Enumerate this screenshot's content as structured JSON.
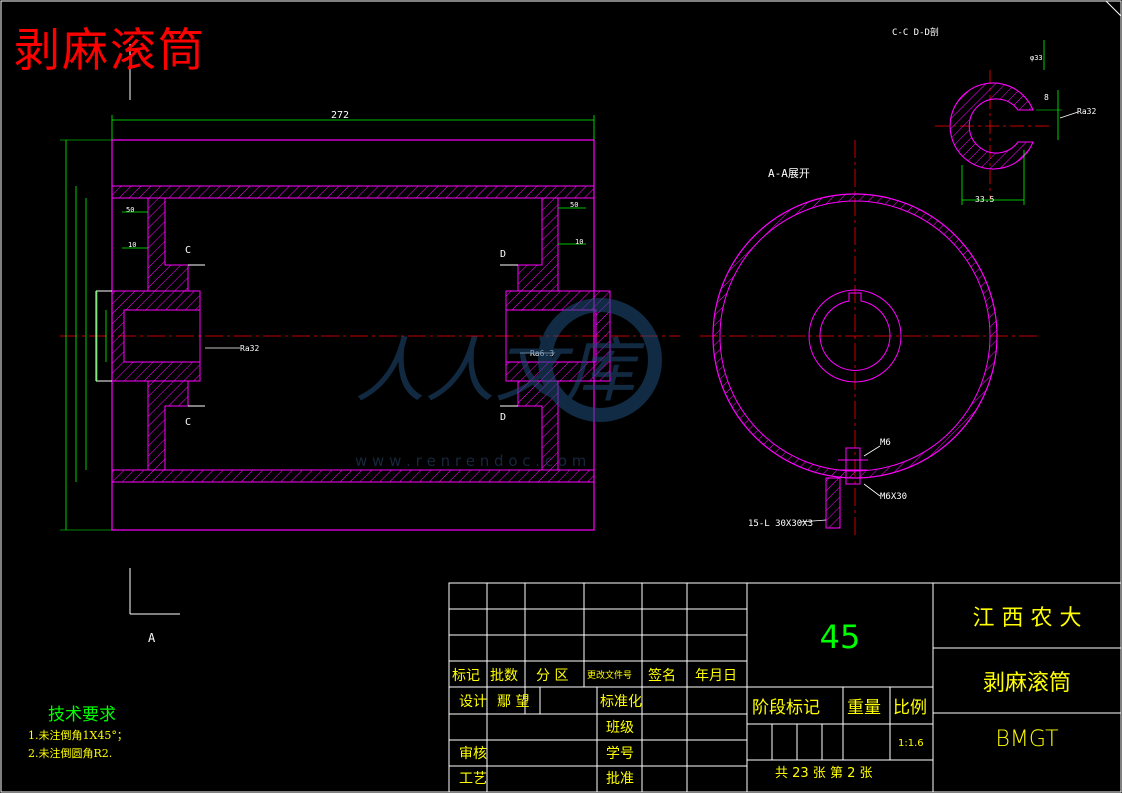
{
  "drawing": {
    "title": "剥麻滚筒",
    "section_labels": {
      "cc_dd": "C-C D-D剖",
      "aa": "A-A展开",
      "c_top": "C",
      "c_bottom": "C",
      "d_top": "D",
      "d_bottom": "D",
      "a_view": "A"
    },
    "dimensions": {
      "length": "272",
      "ring_width": "33.5",
      "left_flange": "50",
      "right_flange": "50",
      "left_10": "10",
      "right_10": "10",
      "bolt_m6": "M6",
      "bolt_m6x30": "M6X30",
      "angle": "15-L 30X30X3",
      "ra32_left": "Ra32",
      "ra63": "Ra6.3",
      "ra32_ring": "Ra32",
      "key_dim": "8",
      "ring_top": "φ33"
    },
    "tech_requirements": {
      "title": "技术要求",
      "items": [
        "1.未注倒角1X45°；",
        "2.未注倒圆角R2."
      ]
    },
    "watermark": {
      "text": "人人文库",
      "url": "w w w . r e n r e n d o c . c o m"
    }
  },
  "title_block": {
    "headers": [
      "标记",
      "批数",
      "分 区",
      "更改文件号",
      "签名",
      "年月日"
    ],
    "left_rows": [
      {
        "label": "设计",
        "value": "鄢 望"
      },
      {
        "label": "审核",
        "value": ""
      },
      {
        "label": "工艺",
        "value": ""
      }
    ],
    "mid_labels": [
      "标准化",
      "班级",
      "学号",
      "批准"
    ],
    "material": "45",
    "stage_labels": [
      "阶段标记",
      "重量",
      "比例"
    ],
    "scale": "1:1.6",
    "sheets": "共 23 张 第 2 张",
    "org": "江 西 农 大",
    "part_name": "剥麻滚筒",
    "code": "BMGT"
  }
}
